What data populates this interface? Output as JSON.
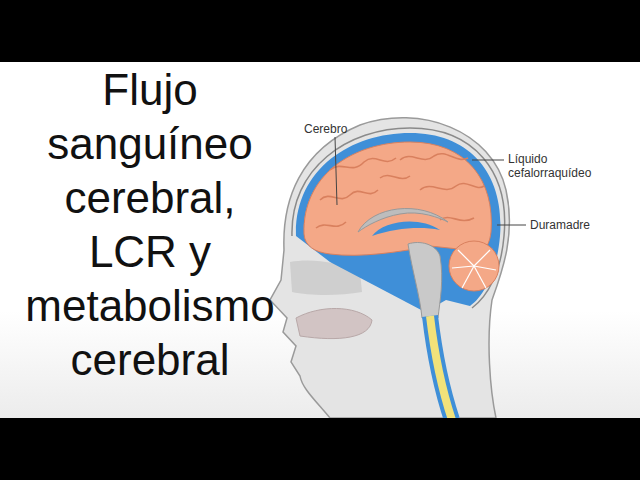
{
  "diagram": {
    "title": "Flujo sanguíneo cerebral, LCR y metabolismo cerebral",
    "labels": [
      "Cerebro",
      "Líquido cefalorraquídeo",
      "Duramadre"
    ]
  }
}
